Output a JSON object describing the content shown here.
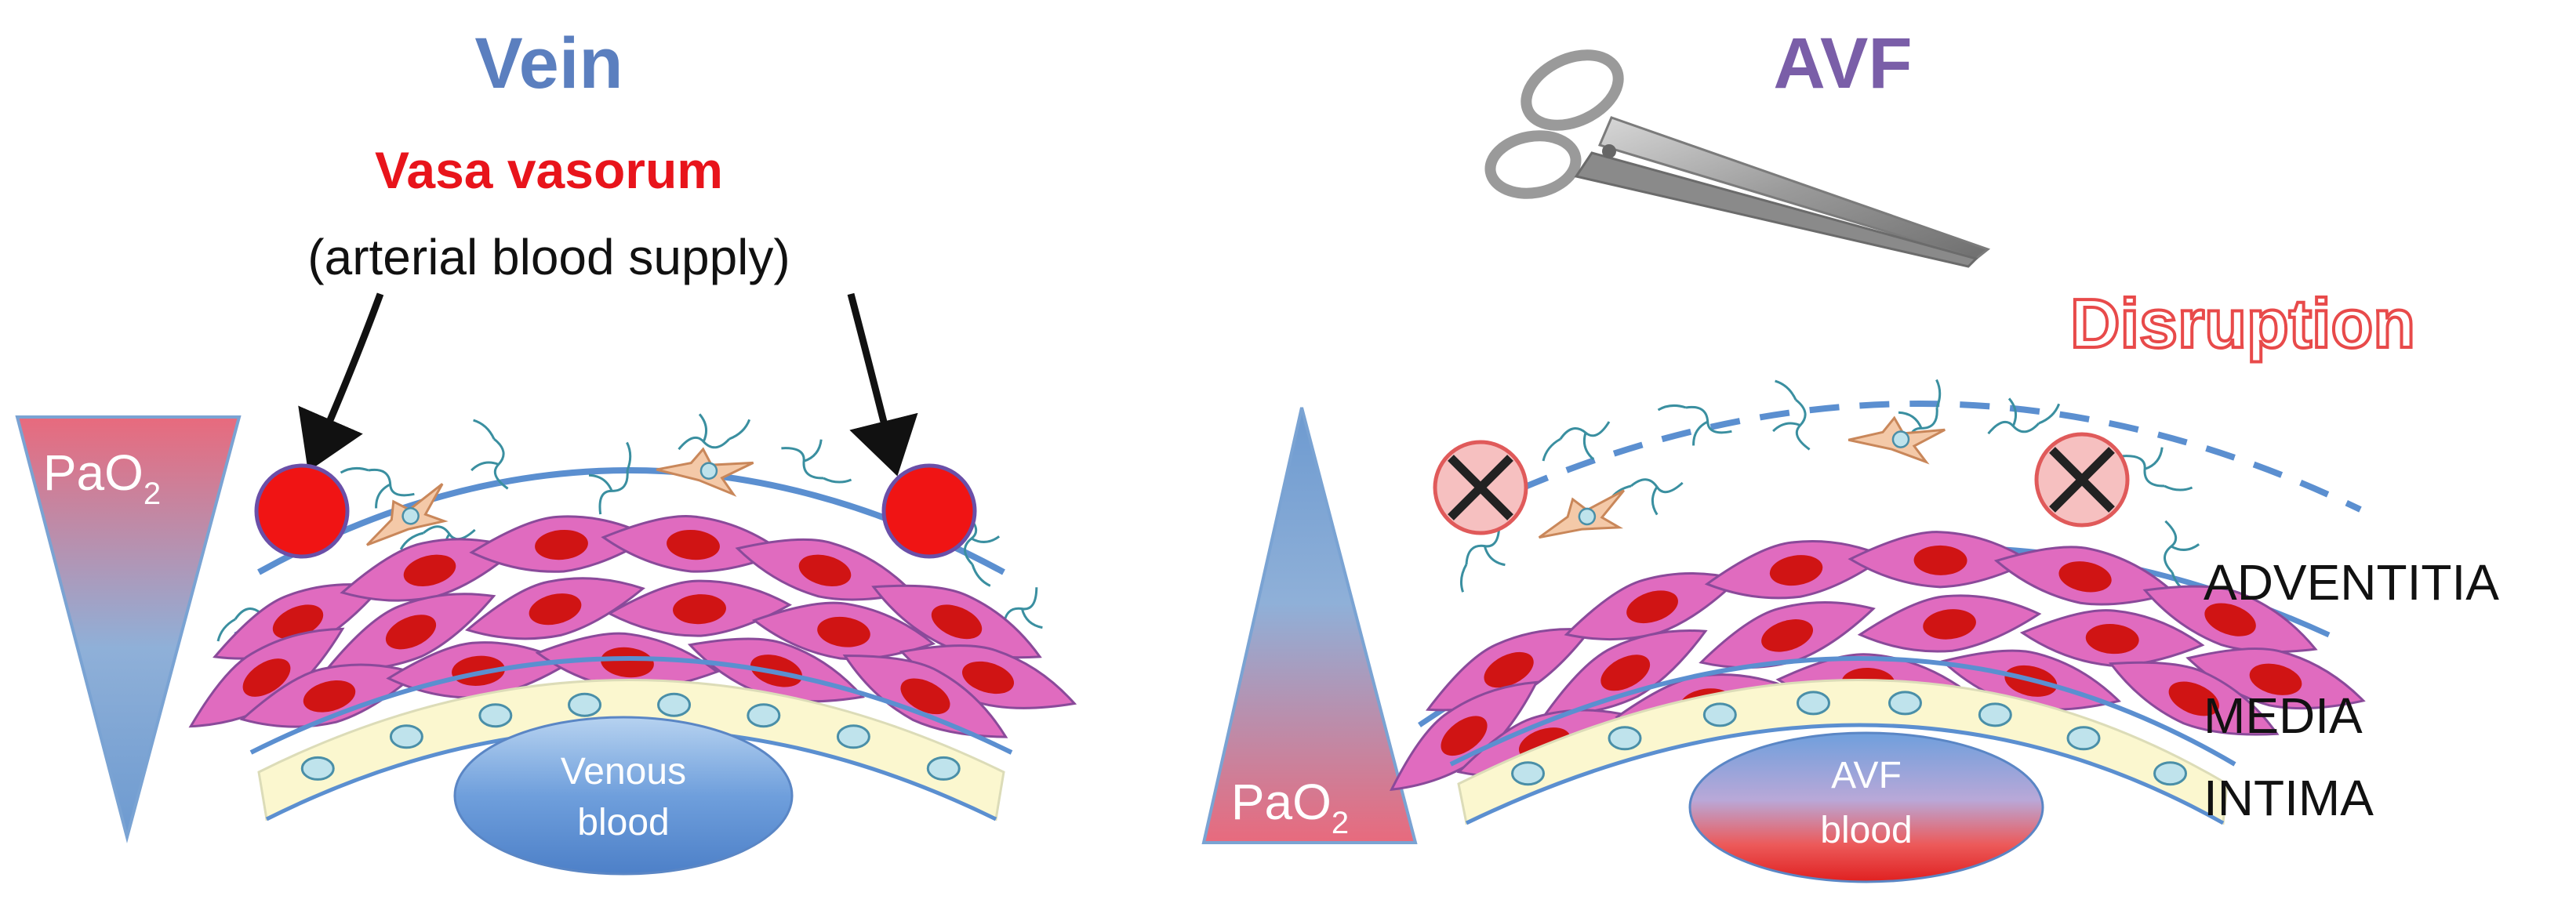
{
  "left_panel": {
    "title": "Vein",
    "vasa_label": "Vasa vasorum",
    "vasa_sublabel": "(arterial blood supply)",
    "pao2_label": "PaO",
    "pao2_sub": "2",
    "blood_label_line1": "Venous",
    "blood_label_line2": "blood"
  },
  "right_panel": {
    "title": "AVF",
    "disruption_label": "Disruption",
    "pao2_label": "PaO",
    "pao2_sub": "2",
    "blood_label_line1": "AVF",
    "blood_label_line2": "blood",
    "layer_labels": [
      "ADVENTITIA",
      "MEDIA",
      "INTIMA"
    ]
  },
  "colors": {
    "vein_title": "#5b7fbf",
    "avf_title": "#7a5ea8",
    "vasa_red": "#e8141b",
    "disruption": "#e84a4a",
    "vessel_outline": "#5b8fd0",
    "smooth_muscle": "#e06bbf",
    "nucleus": "#d01414",
    "endothelium": "#fbf7cf",
    "endo_nucleus": "#bfe3ec",
    "fibroblast": "#f4c9a8",
    "collagen": "#3a8fa0"
  },
  "icons": [
    "scissors-icon",
    "blocked-vessel-icon"
  ]
}
